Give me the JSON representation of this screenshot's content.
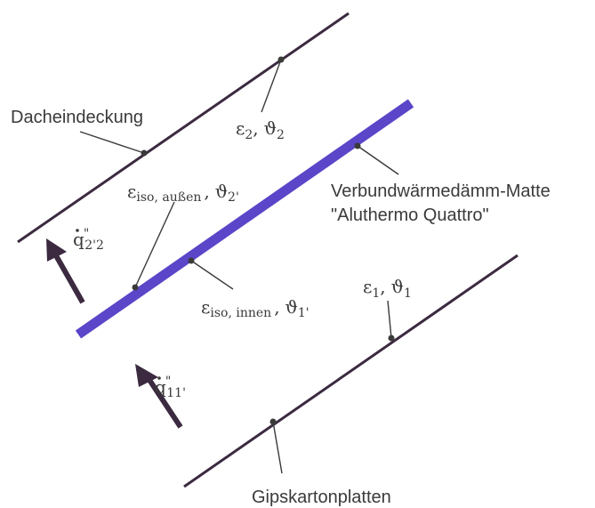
{
  "labels": {
    "dacheindeckung": "Dacheindeckung",
    "verbund_line1": "Verbundwärmedämm-Matte",
    "verbund_line2": "\"Aluthermo Quattro\"",
    "gipskarton": "Gipskartonplatten"
  },
  "symbols": {
    "eps2_base": "ε",
    "eps2_sub": "2",
    "theta2_base": "ϑ",
    "theta2_sub": "2",
    "epsiso_out_base": "ε",
    "epsiso_out_sub": "iso, außen",
    "theta2p_base": "ϑ",
    "theta2p_sub": "2'",
    "epsiso_in_base": "ε",
    "epsiso_in_sub": "iso, innen",
    "theta1p_base": "ϑ",
    "theta1p_sub": "1'",
    "eps1_base": "ε",
    "eps1_sub": "1",
    "theta1_base": "ϑ",
    "theta1_sub": "1",
    "q22_base": "q",
    "q22_sup": "\"",
    "q22_sub": "2'2",
    "q11_base": "q",
    "q11_sup": "\"",
    "q11_sub": "11'",
    "comma": ","
  },
  "colors": {
    "line": "#3b2a40",
    "insulation": "#5b45c8",
    "arrow": "#3b2a40",
    "text": "#3a3a3a"
  }
}
